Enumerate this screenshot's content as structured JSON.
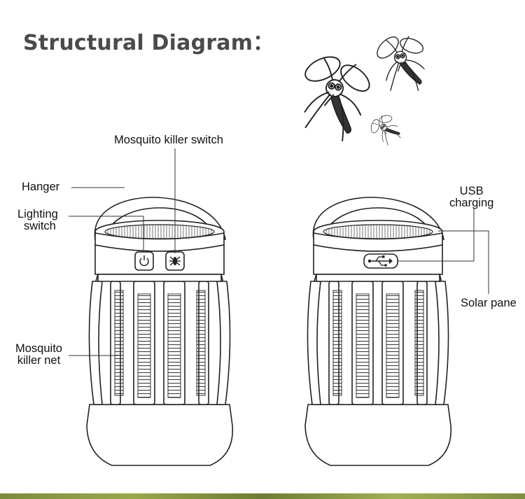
{
  "title": "Structural Diagram：",
  "labels": {
    "mosquito_killer_switch": "Mosquito killer switch",
    "hanger": "Hanger",
    "lighting_switch_line1": "Lighting",
    "lighting_switch_line2": "switch",
    "mosquito_killer_net_line1": "Mosquito",
    "mosquito_killer_net_line2": "killer net",
    "usb_charging_line1": "USB",
    "usb_charging_line2": "charging",
    "solar_panel": "Solar pane"
  },
  "colors": {
    "line": "#222222",
    "fill": "#ffffff",
    "accent_bar": "#8a9a42"
  },
  "icons": [
    "power-icon",
    "mosquito-icon",
    "usb-port-icon"
  ]
}
